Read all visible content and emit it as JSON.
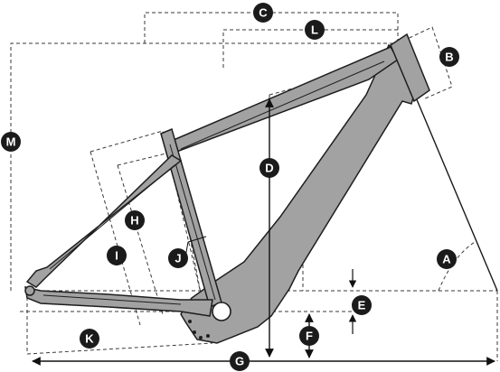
{
  "diagram": {
    "colors": {
      "frame_fill": "#a2a2a2",
      "frame_stroke": "#1e1e1e",
      "callout_fill": "#1b1b1b",
      "callout_text": "#ffffff",
      "guide_line": "#3a3a3a"
    },
    "callouts": {
      "A": "A",
      "B": "B",
      "C": "C",
      "D": "D",
      "E": "E",
      "F": "F",
      "G": "G",
      "H": "H",
      "I": "I",
      "J": "J",
      "K": "K",
      "L": "L",
      "M": "M"
    }
  }
}
